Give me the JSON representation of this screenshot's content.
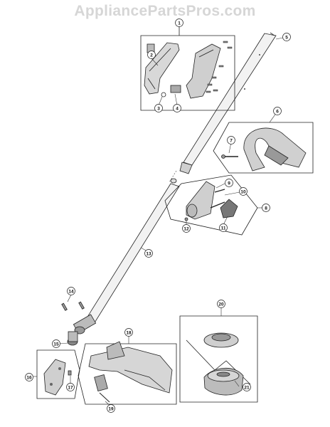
{
  "watermark": "AppliancePartsPros.com",
  "callouts": [
    "1",
    "2",
    "3",
    "4",
    "5",
    "6",
    "7",
    "8",
    "9",
    "10",
    "11",
    "12",
    "13",
    "14",
    "15",
    "16",
    "17",
    "18",
    "19",
    "20",
    "21"
  ]
}
